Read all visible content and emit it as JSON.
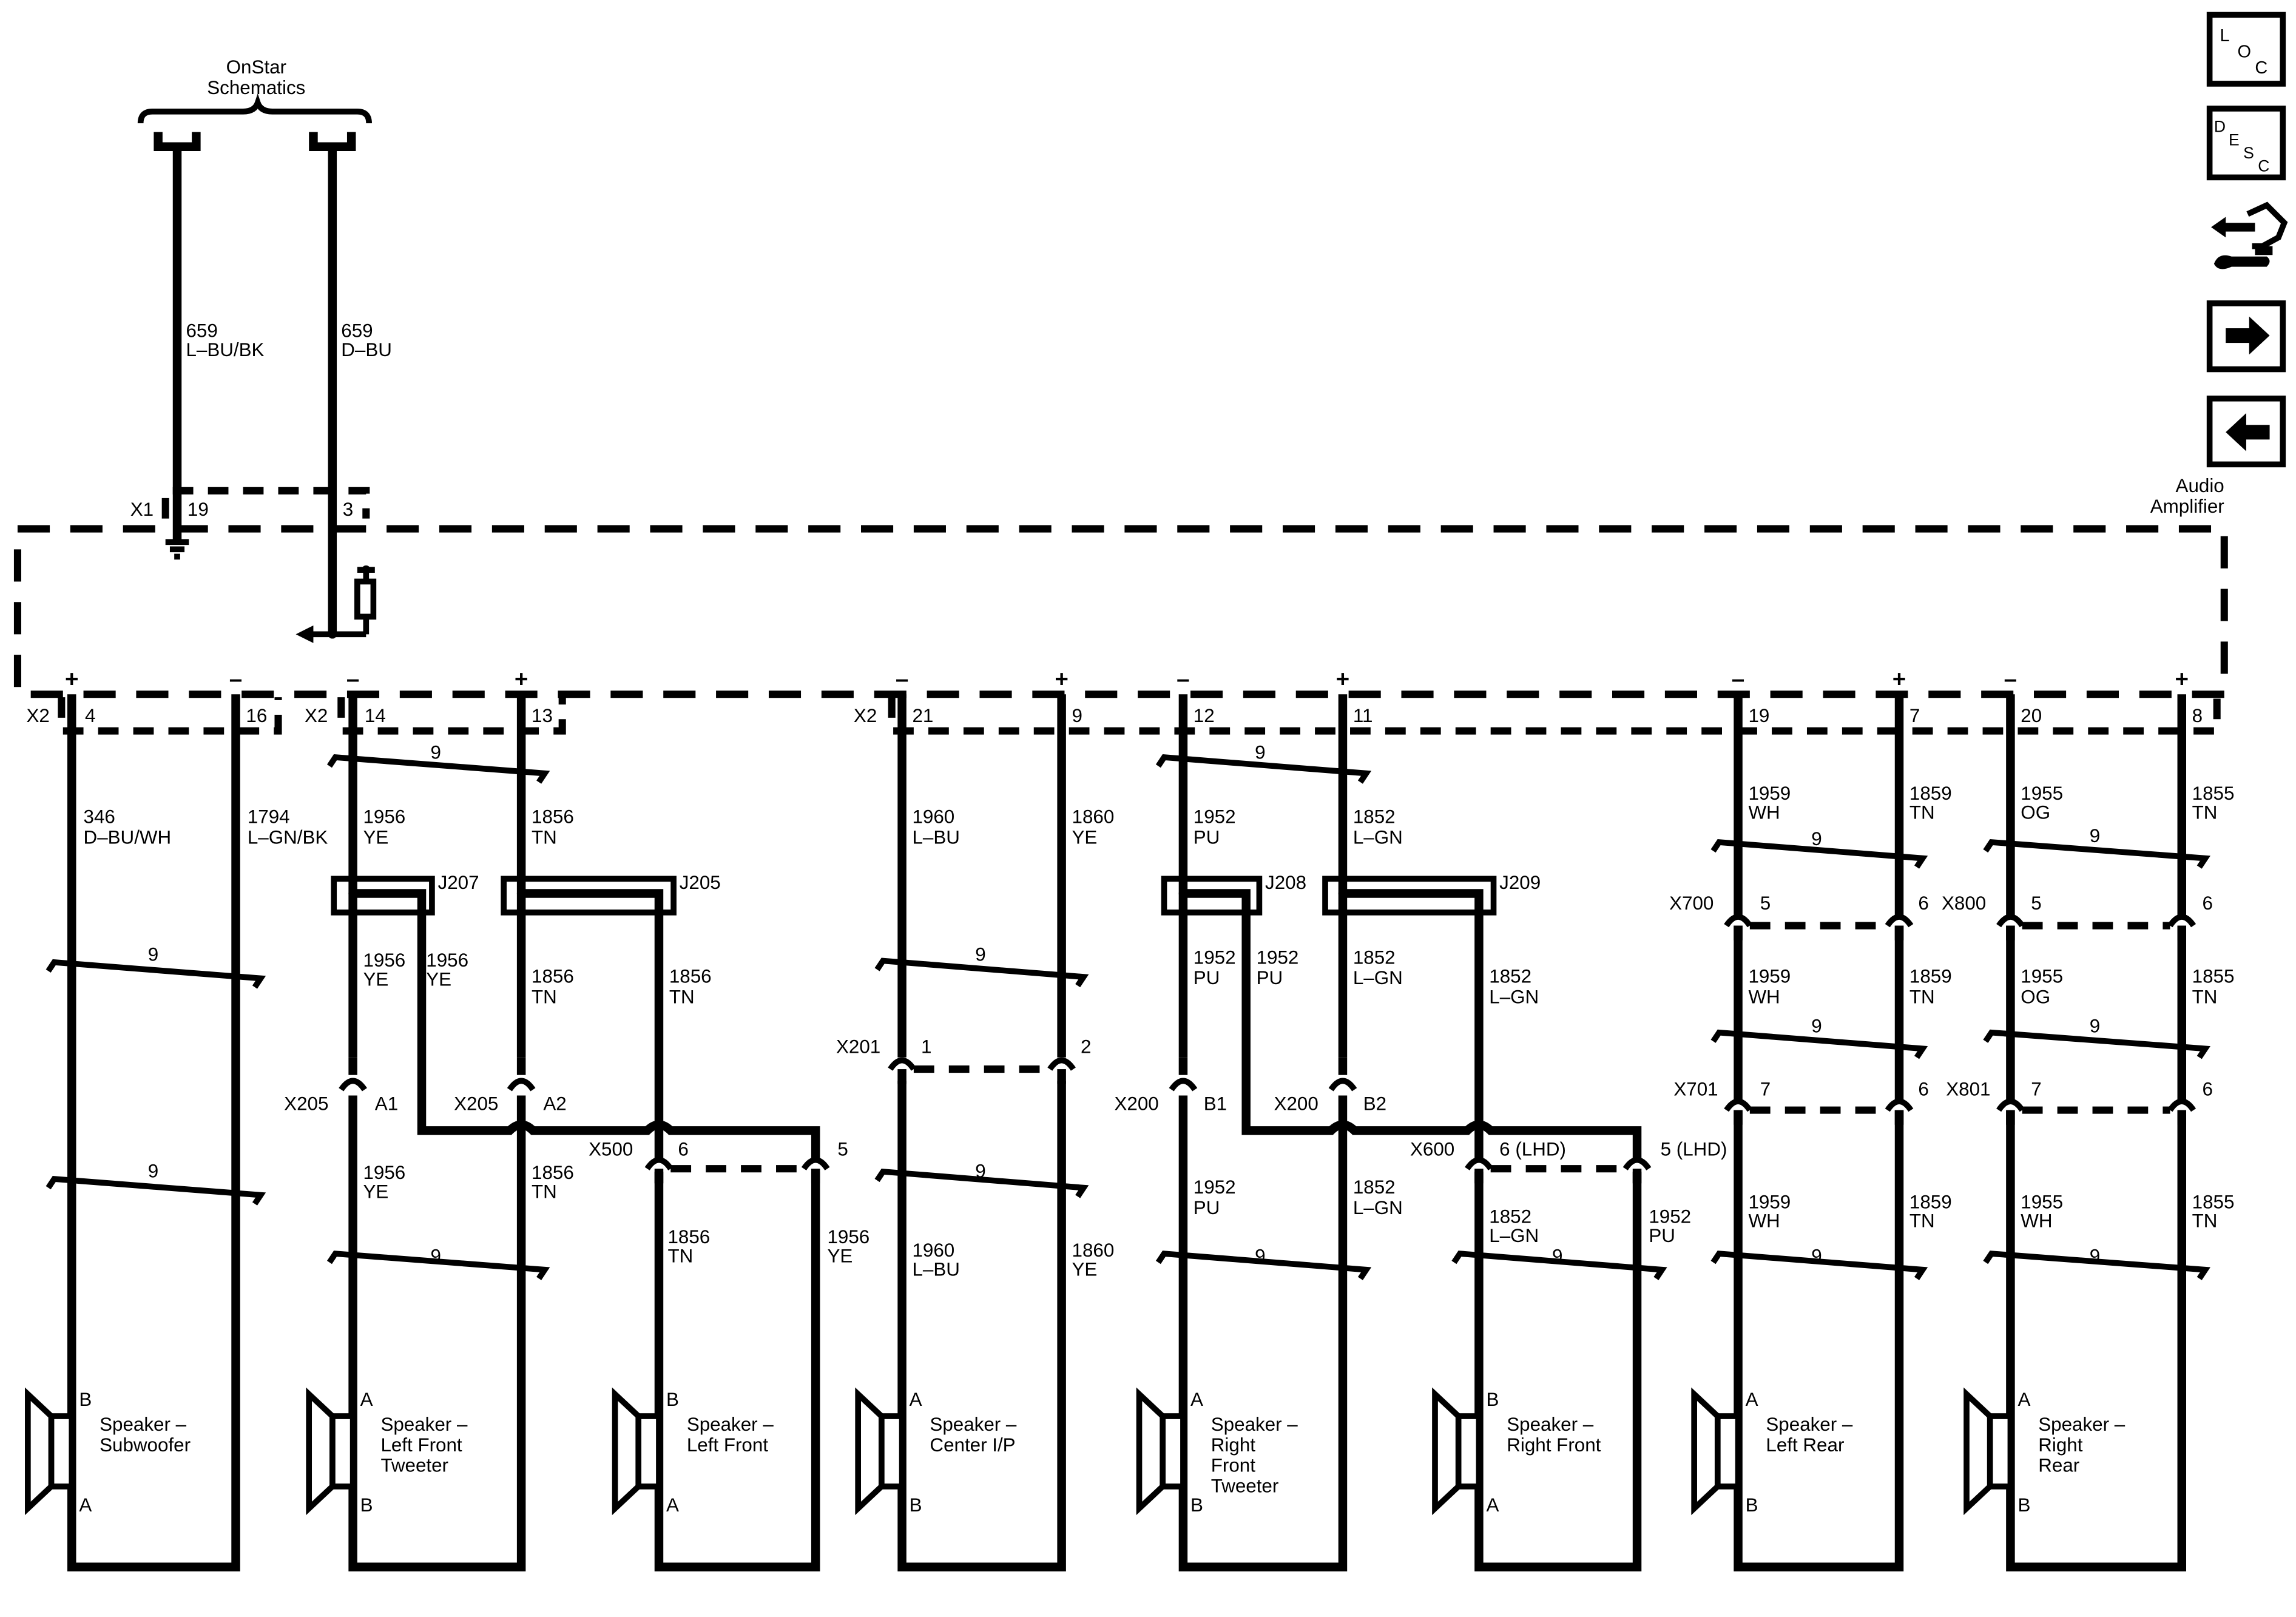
{
  "onstar": {
    "line1": "OnStar",
    "line2": "Schematics"
  },
  "amplifier": {
    "line1": "Audio",
    "line2": "Amplifier"
  },
  "nav_icons": [
    {
      "name": "loc-button-icon",
      "letters": [
        "L",
        "O",
        "C"
      ]
    },
    {
      "name": "desc-button-icon",
      "letters": [
        "D",
        "E",
        "S",
        "C"
      ]
    },
    {
      "name": "connector-repair-icon"
    },
    {
      "name": "next-page-arrow-icon"
    },
    {
      "name": "previous-page-arrow-icon"
    }
  ],
  "connectors": {
    "x1": "X1",
    "x1_pin_a": "19",
    "x1_pin_b": "3",
    "x2": "X2"
  },
  "onstar_wires": [
    {
      "circuit": "659",
      "color": "L–BU/BK"
    },
    {
      "circuit": "659",
      "color": "D–BU"
    }
  ],
  "amp_pins": [
    {
      "pin": "4",
      "pol": "+"
    },
    {
      "pin": "16",
      "pol": "–"
    },
    {
      "pin": "14",
      "pol": "–"
    },
    {
      "pin": "13",
      "pol": "+"
    },
    {
      "pin": "21",
      "pol": "–"
    },
    {
      "pin": "9",
      "pol": "+"
    },
    {
      "pin": "12",
      "pol": "–"
    },
    {
      "pin": "11",
      "pol": "+"
    },
    {
      "pin": "19",
      "pol": "–"
    },
    {
      "pin": "7",
      "pol": "+"
    },
    {
      "pin": "20",
      "pol": "–"
    },
    {
      "pin": "8",
      "pol": "+"
    }
  ],
  "wire_labels": [
    {
      "circuit": "346",
      "color": "D–BU/WH"
    },
    {
      "circuit": "1794",
      "color": "L–GN/BK"
    },
    {
      "circuit": "1956",
      "color": "YE"
    },
    {
      "circuit": "1856",
      "color": "TN"
    },
    {
      "circuit": "1960",
      "color": "L–BU"
    },
    {
      "circuit": "1860",
      "color": "YE"
    },
    {
      "circuit": "1952",
      "color": "PU"
    },
    {
      "circuit": "1852",
      "color": "L–GN"
    },
    {
      "circuit": "1959",
      "color": "WH"
    },
    {
      "circuit": "1859",
      "color": "TN"
    },
    {
      "circuit": "1955",
      "color": "OG"
    },
    {
      "circuit": "1855",
      "color": "TN"
    },
    {
      "circuit": "1955",
      "color": "WH"
    }
  ],
  "twist": "9",
  "splices": [
    "J207",
    "J205",
    "J208",
    "J209"
  ],
  "inline_connectors": [
    {
      "name": "X205",
      "pins": [
        "A1",
        "A2"
      ]
    },
    {
      "name": "X500",
      "pins": [
        "6",
        "5"
      ]
    },
    {
      "name": "X201",
      "pins": [
        "1",
        "2"
      ]
    },
    {
      "name": "X200",
      "pins": [
        "B1",
        "B2"
      ]
    },
    {
      "name": "X600",
      "pins": [
        "6 (LHD)",
        "5 (LHD)"
      ]
    },
    {
      "name": "X700",
      "pins": [
        "5",
        "6"
      ]
    },
    {
      "name": "X701",
      "pins": [
        "7",
        "6"
      ]
    },
    {
      "name": "X800",
      "pins": [
        "5",
        "6"
      ]
    },
    {
      "name": "X801",
      "pins": [
        "7",
        "6"
      ]
    }
  ],
  "speakers": [
    {
      "lines": [
        "Speaker –",
        "Subwoofer"
      ],
      "top": "B",
      "bottom": "A"
    },
    {
      "lines": [
        "Speaker –",
        "Left Front",
        "Tweeter"
      ],
      "top": "A",
      "bottom": "B"
    },
    {
      "lines": [
        "Speaker –",
        "Left Front"
      ],
      "top": "B",
      "bottom": "A"
    },
    {
      "lines": [
        "Speaker –",
        "Center I/P"
      ],
      "top": "A",
      "bottom": "B"
    },
    {
      "lines": [
        "Speaker –",
        "Right",
        "Front",
        "Tweeter"
      ],
      "top": "A",
      "bottom": "B"
    },
    {
      "lines": [
        "Speaker –",
        "Right Front"
      ],
      "top": "B",
      "bottom": "A"
    },
    {
      "lines": [
        "Speaker –",
        "Left Rear"
      ],
      "top": "A",
      "bottom": "B"
    },
    {
      "lines": [
        "Speaker –",
        "Right",
        "Rear"
      ],
      "top": "A",
      "bottom": "B"
    }
  ]
}
